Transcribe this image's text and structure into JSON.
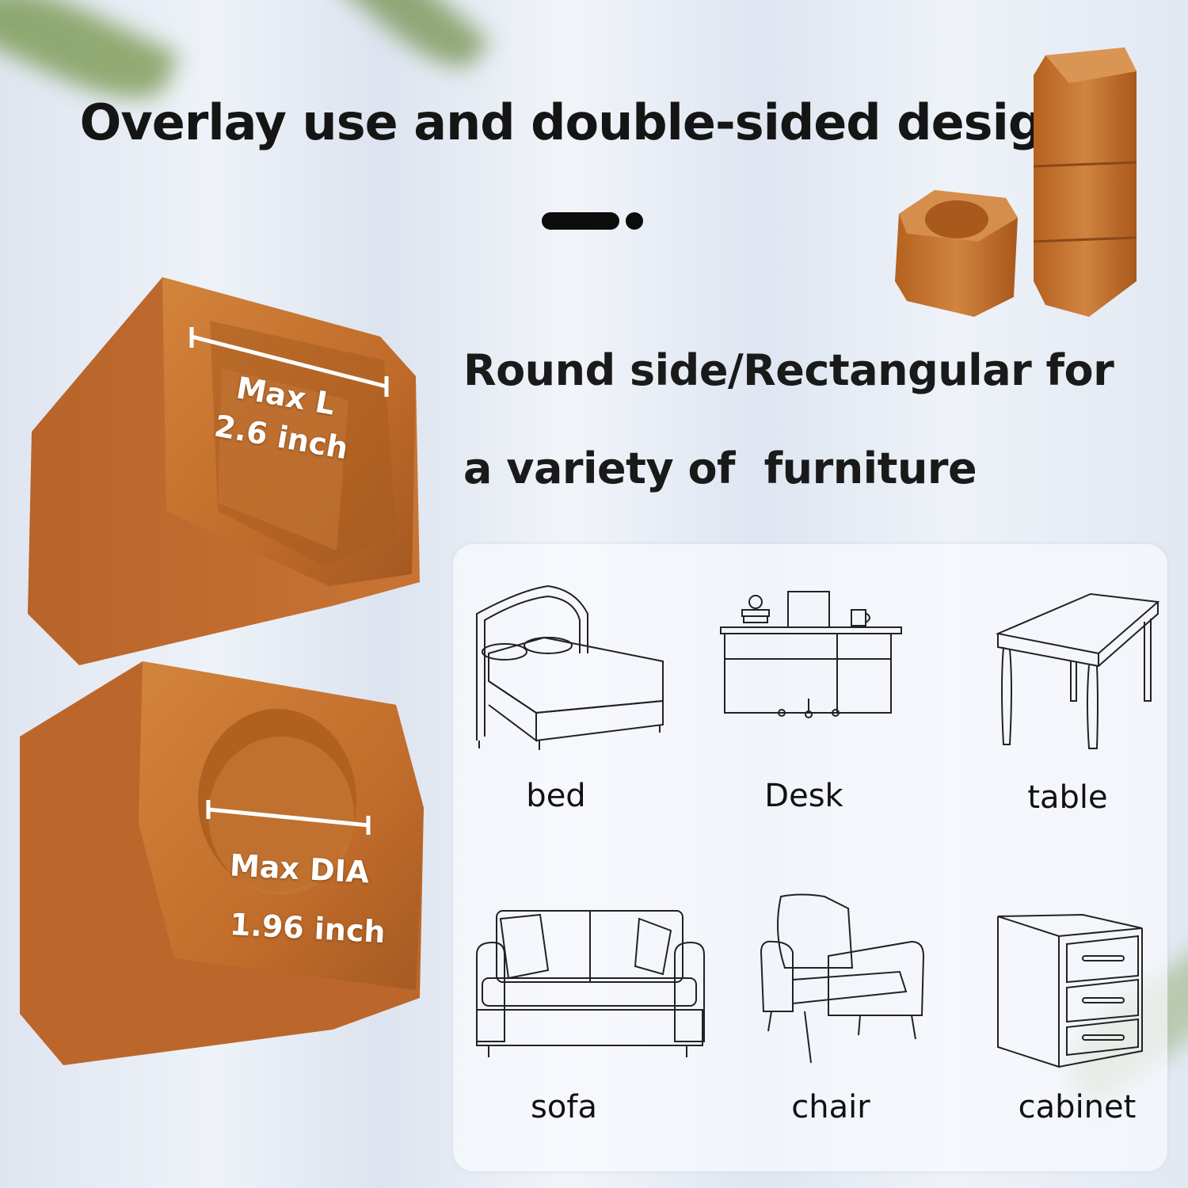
{
  "headline": "Overlay use and double-sided design",
  "subheading": {
    "line1": "Round side/Rectangular for",
    "line2": "a variety of  furniture"
  },
  "blocks": {
    "top_label_line1": "Max L",
    "top_label_line2": "2.6 inch",
    "bottom_label_line1": "Max DIA",
    "bottom_label_line2": "1.96 inch"
  },
  "furniture": [
    {
      "icon": "bed-icon",
      "label": "bed"
    },
    {
      "icon": "desk-icon",
      "label": "Desk"
    },
    {
      "icon": "table-icon",
      "label": "table"
    },
    {
      "icon": "sofa-icon",
      "label": "sofa"
    },
    {
      "icon": "chair-icon",
      "label": "chair"
    },
    {
      "icon": "cabinet-icon",
      "label": "cabinet"
    }
  ],
  "colors": {
    "wood": "#c4702d",
    "wood_dark": "#9a531c",
    "text": "#151515"
  }
}
